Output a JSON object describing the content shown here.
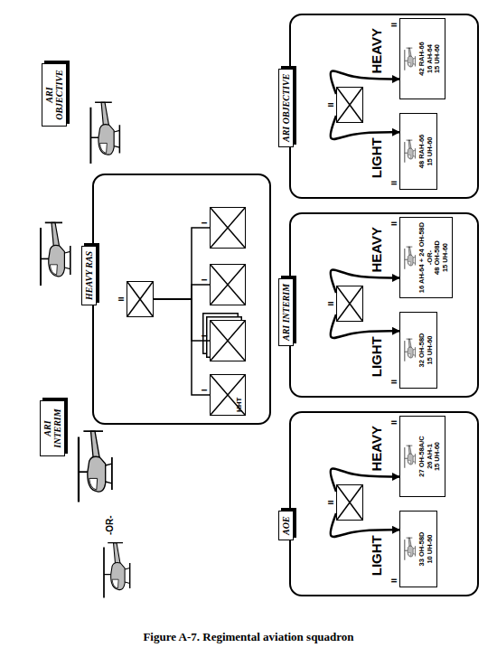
{
  "diagram": {
    "caption": "Figure A-7. Regimental aviation squadron",
    "nodes": [
      {
        "text": [
          "ARI INTERIM"
        ]
      },
      {
        "text": [
          "HEAVY RAS"
        ]
      },
      {
        "text": [
          "II"
        ],
        "in": 1
      },
      {
        "text": [
          "I",
          "HHT"
        ],
        "in": 1
      },
      {
        "text": [
          "I"
        ],
        "in": 1
      },
      {
        "text": [
          "I"
        ],
        "in": 1
      },
      {
        "text": [
          "I"
        ],
        "in": 1
      },
      {
        "text": [
          "ARI OBJECTIVE"
        ]
      },
      {
        "text": [
          "AOE"
        ]
      },
      {
        "text": [
          "II"
        ],
        "in": 8
      },
      {
        "text": [
          "II",
          "33 OH-58D",
          "10 UH-60"
        ],
        "in": 8
      },
      {
        "text": [
          "II",
          "27 OH-58A/C",
          "26 AH-1",
          "15 UH-60"
        ],
        "in": 8
      },
      {
        "text": [
          "ARI INTERIM"
        ]
      },
      {
        "text": [
          "II"
        ],
        "in": 12
      },
      {
        "text": [
          "II",
          "32 OH-58D",
          "15 UH-60"
        ],
        "in": 12
      },
      {
        "text": [
          "II",
          "16 AH-64 + 24 OH-58D",
          "-OR-",
          "48 OH-58D",
          "15 UH-60"
        ],
        "in": 12
      },
      {
        "text": [
          "ARI OBJECTIVE"
        ]
      },
      {
        "text": [
          "II"
        ],
        "in": 16
      },
      {
        "text": [
          "II",
          "48 RAH-66",
          "15 UH-60"
        ],
        "in": 16
      },
      {
        "text": [
          "II",
          "42 RAH-66",
          "16 AH-64",
          "15 UH-60"
        ],
        "in": 16
      }
    ],
    "edges": [
      {
        "from": 2,
        "to": 3,
        "arrow": "none"
      },
      {
        "from": 2,
        "to": 4,
        "arrow": "none"
      },
      {
        "from": 2,
        "to": 5,
        "arrow": "none"
      },
      {
        "from": 2,
        "to": 6,
        "arrow": "none"
      },
      {
        "from": 9,
        "to": 10,
        "label": "LIGHT",
        "arrow": "to"
      },
      {
        "from": 9,
        "to": 11,
        "label": "HEAVY",
        "arrow": "to"
      },
      {
        "from": 13,
        "to": 14,
        "label": "LIGHT",
        "arrow": "to"
      },
      {
        "from": 13,
        "to": 15,
        "label": "HEAVY",
        "arrow": "to"
      },
      {
        "from": 17,
        "to": 18,
        "label": "LIGHT",
        "arrow": "to"
      },
      {
        "from": 17,
        "to": 19,
        "label": "HEAVY",
        "arrow": "to"
      }
    ],
    "labels": [
      "-OR-"
    ]
  }
}
